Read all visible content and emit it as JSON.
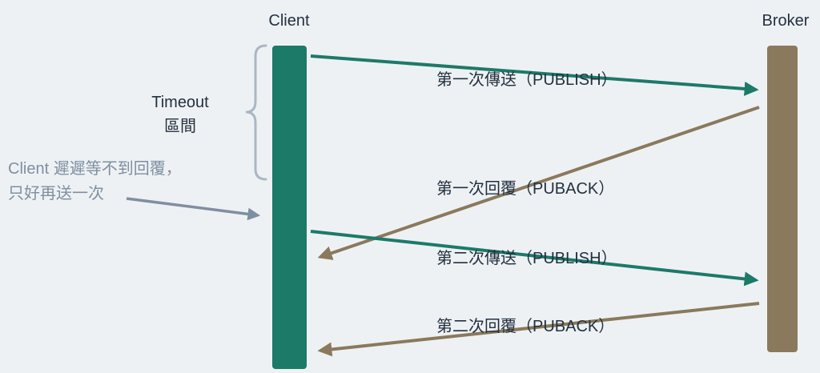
{
  "diagram_title": "MQTT QoS1 Client-Broker retransmission sequence",
  "colors": {
    "background": "#eef1f4",
    "client_bar": "#1c7a68",
    "broker_bar": "#8a795c",
    "publish_arrow": "#1c7a68",
    "puback_arrow": "#8a795c",
    "annotation_gray": "#7e8fa1",
    "brace": "#a9b7c4",
    "text": "#22313f"
  },
  "lifelines": {
    "client": {
      "label": "Client"
    },
    "broker": {
      "label": "Broker"
    }
  },
  "messages": [
    {
      "label": "第一次傳送（PUBLISH）",
      "from": "Client",
      "to": "Broker",
      "type": "publish"
    },
    {
      "label": "第一次回覆（PUBACK）",
      "from": "Broker",
      "to": "Client",
      "type": "puback"
    },
    {
      "label": "第二次傳送（PUBLISH）",
      "from": "Client",
      "to": "Broker",
      "type": "publish"
    },
    {
      "label": "第二次回覆（PUBACK）",
      "from": "Broker",
      "to": "Client",
      "type": "puback"
    }
  ],
  "annotations": {
    "timeout": {
      "line1": "Timeout",
      "line2": "區間"
    },
    "retry": {
      "line1": "Client 遲遲等不到回覆，",
      "line2": "只好再送一次"
    }
  }
}
